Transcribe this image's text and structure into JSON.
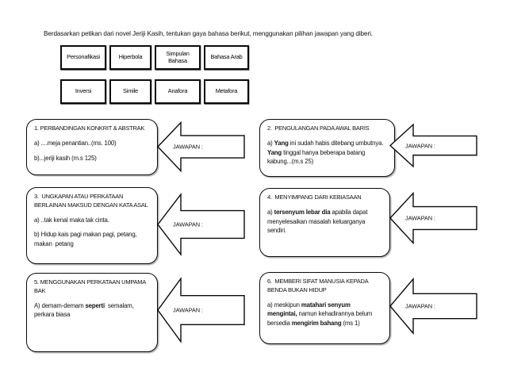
{
  "title": "Berdasarkan petikan dari novel Jeriji Kasih, tentukan gaya bahasa berikut, menggunakan pilihan jawapan yang diberi.",
  "jawapan_label": "JAWAPAN :",
  "options": [
    "Personafikasi",
    "Hiperbola",
    "Simpulan Bahasa",
    "Bahasa Arab",
    "Inversi",
    "Simile",
    "Anafora",
    "Metafora"
  ],
  "questions": [
    {
      "heading": "1. PERBANDINGAN KONKRIT & ABSTRAK",
      "body": [
        [
          {
            "t": "a) ....meja penantian..(ms. 100)"
          }
        ],
        [
          {
            "t": "b)...jeriji kasih (m.s 125)"
          }
        ]
      ]
    },
    {
      "heading": "2.  PENGULANGAN PADA AWAL BARIS",
      "body": [
        [
          {
            "t": "a) "
          },
          {
            "t": "Yang",
            "b": true
          },
          {
            "t": " ini sudah habis ditebang umbutnya. "
          },
          {
            "t": "Yang",
            "b": true
          },
          {
            "t": " tinggal hanya beberapa batang kabung...(m.s 25)"
          }
        ]
      ]
    },
    {
      "heading": "3.  UNGKAPAN ATAU PERKATAAN BERLAINAN MAKSUD DENGAN KATA ASAL",
      "body": [
        [
          {
            "t": "a) ..tak kenal maka tak cinta."
          }
        ],
        [
          {
            "t": "b) Hidup kais pagi makan pagi, petang, makan  petang"
          }
        ]
      ]
    },
    {
      "heading": "4.  MENYIMPANG DARI KEBIASAAN",
      "body": [
        [
          {
            "t": "a) "
          },
          {
            "t": "tersenyum lebar dia",
            "b": true
          },
          {
            "t": " apabila dapat menyelesaikan masalah keluarganya sendiri."
          }
        ]
      ]
    },
    {
      "heading": "5. MENGGUNAKAN PERKATAAN UMPAMA BAK",
      "body": [
        [
          {
            "t": "A) demam-demam "
          },
          {
            "t": "seperti",
            "b": true
          },
          {
            "t": "  semalam, perkara biasa"
          }
        ]
      ]
    },
    {
      "heading": "6.  MEMBERI SIFAT MANUSIA KEPADA BENDA BUKAN HIDUP",
      "body": [
        [
          {
            "t": "a) meskipun "
          },
          {
            "t": "matahari senyum mengintai,",
            "b": true
          },
          {
            "t": " namun kehadirannya belum bersedia "
          },
          {
            "t": "mengirim bahang",
            "b": true
          },
          {
            "t": " (ms 1)"
          }
        ]
      ]
    }
  ],
  "colors": {
    "ink": "#000000",
    "paper": "#ffffff"
  }
}
